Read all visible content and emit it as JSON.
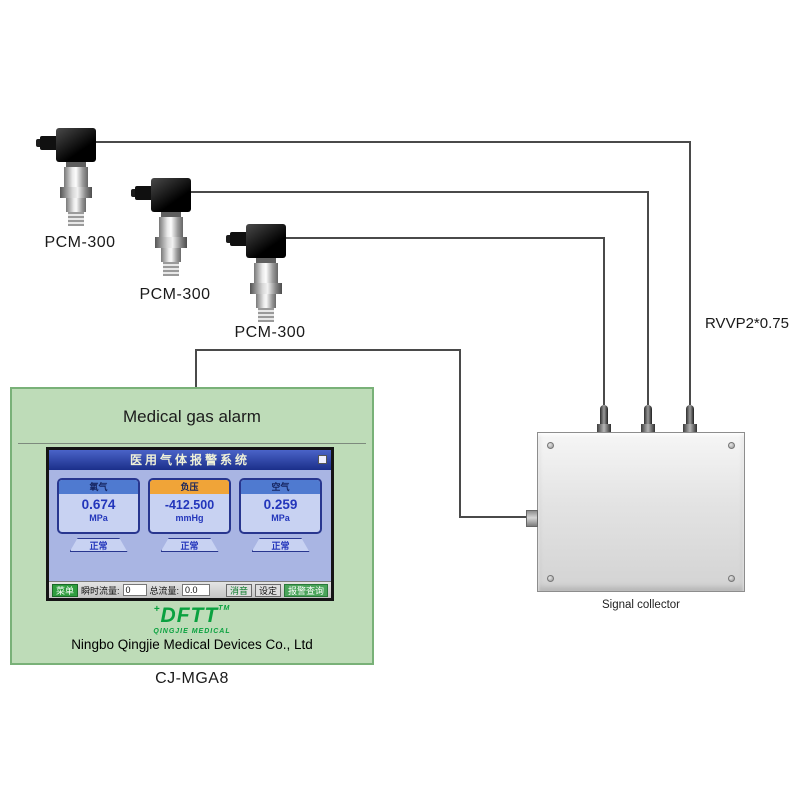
{
  "sensors": [
    {
      "label": "PCM-300"
    },
    {
      "label": "PCM-300"
    },
    {
      "label": "PCM-300"
    }
  ],
  "cable_label": "RVVP2*0.75",
  "collector": {
    "label": "Signal collector"
  },
  "panel": {
    "title": "Medical gas alarm",
    "company": "Ningbo Qingjie Medical Devices Co., Ltd",
    "model": "CJ-MGA8",
    "brand": {
      "prefix": "+",
      "name": "DFTT",
      "tm": "TM",
      "sub": "QINGJIE MEDICAL"
    }
  },
  "screen": {
    "titlebar": "医用气体报警系统",
    "gauges": [
      {
        "name": "氧气",
        "value": "0.674",
        "unit": "MPa",
        "status": "正常"
      },
      {
        "name": "负压",
        "value": "-412.500",
        "unit": "mmHg",
        "status": "正常"
      },
      {
        "name": "空气",
        "value": "0.259",
        "unit": "MPa",
        "status": "正常"
      }
    ],
    "bottombar": {
      "menu": "菜单",
      "flow_label": "瞬时流量:",
      "flow_value": "0",
      "total_label": "总流量:",
      "total_value": "0.0",
      "mute": "消音",
      "set": "设定",
      "query": "报警查询"
    }
  },
  "colors": {
    "panel_green": "#bedcb8",
    "screen_bg": "#a9b5e3",
    "gauge_header_blue": "#4f7ad0",
    "gauge_header_orange": "#f0a438",
    "brand_green": "#0aa13f"
  }
}
